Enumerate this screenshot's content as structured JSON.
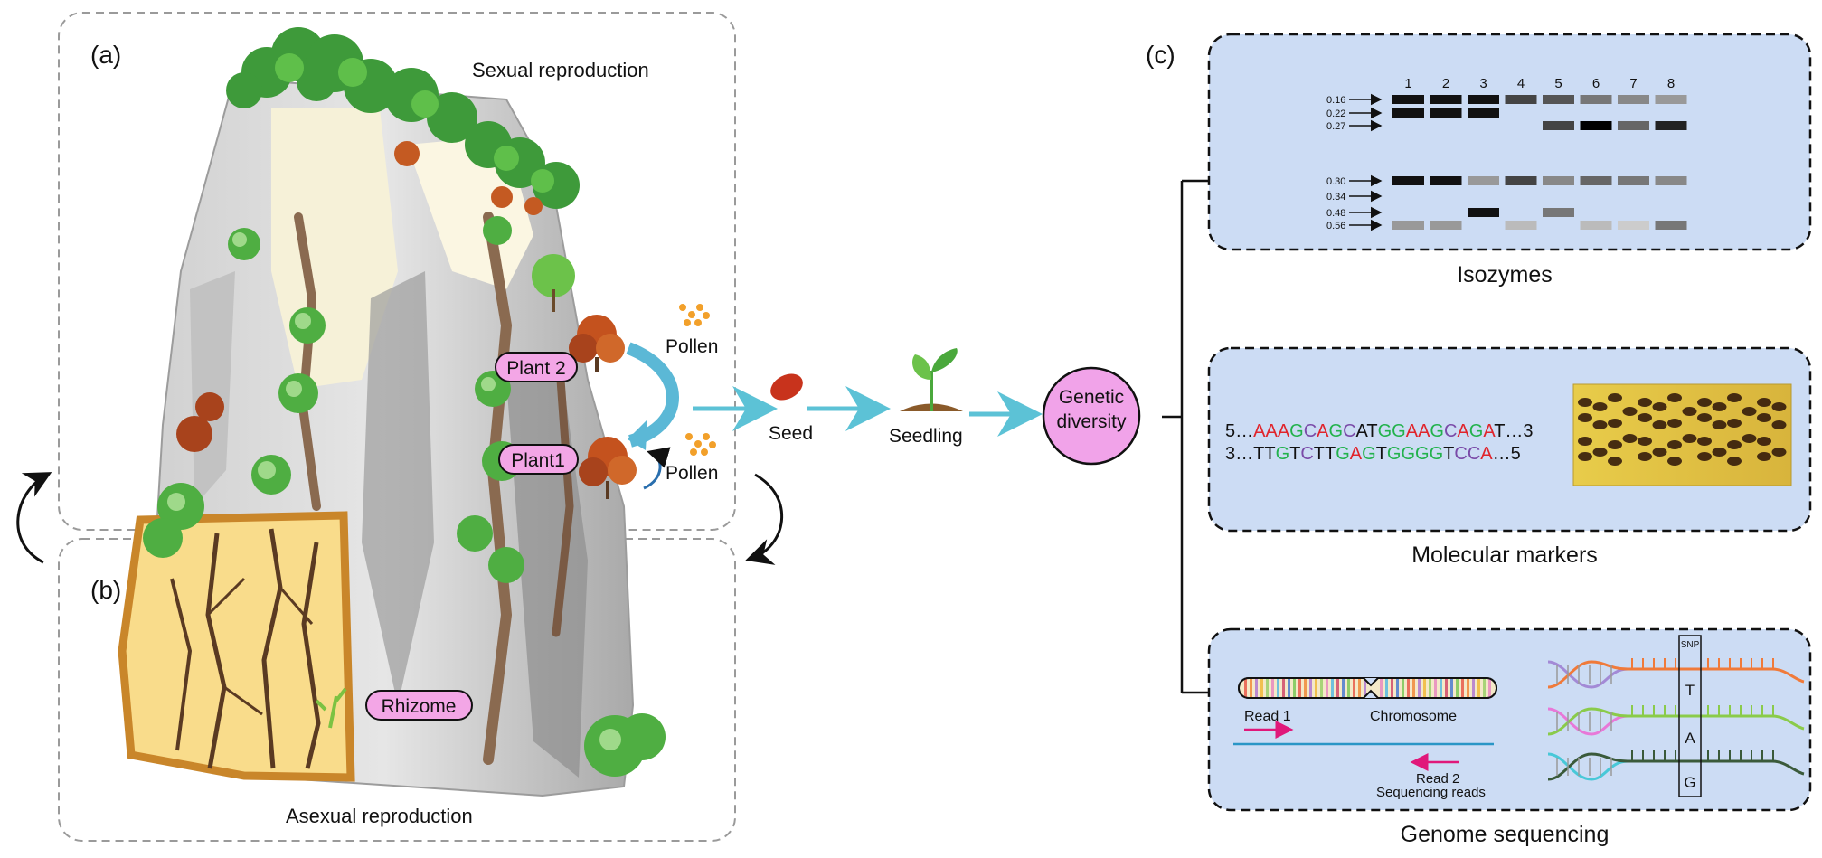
{
  "panel_a": {
    "label": "(a)",
    "title": "Sexual reproduction",
    "plant2": "Plant 2",
    "plant1": "Plant1",
    "pollen_upper": "Pollen",
    "pollen_lower": "Pollen"
  },
  "panel_b": {
    "label": "(b)",
    "title": "Asexual reproduction",
    "rhizome": "Rhizome"
  },
  "flow": {
    "seed": "Seed",
    "seedling": "Seedling",
    "genetic_line1": "Genetic",
    "genetic_line2": "diversity"
  },
  "panel_c": {
    "label": "(c)",
    "isozymes": {
      "title": "Isozymes",
      "lanes": [
        "1",
        "2",
        "3",
        "4",
        "5",
        "6",
        "7",
        "8"
      ],
      "rf_labels": [
        "0.16",
        "0.22",
        "0.27",
        "0.30",
        "0.34",
        "0.48",
        "0.56"
      ]
    },
    "markers": {
      "title": "Molecular markers",
      "seq1_prefix": "5…",
      "seq1_suffix": "…3",
      "seq2_prefix": "3…",
      "seq2_suffix": "…5",
      "seq1": "AAAGCAGCATGGAAGCAGAT",
      "seq2": "TTGTCTTGAGTGGGGTCCA"
    },
    "sequencing": {
      "title": "Genome sequencing",
      "read1": "Read 1",
      "chromosome": "Chromosome",
      "read2": "Read 2",
      "reads": "Sequencing reads",
      "snp": "SNP",
      "bases": [
        "T",
        "A",
        "G"
      ]
    }
  },
  "colors": {
    "panel_fill": "#ccdcf4",
    "pink_label": "#f3a6e6",
    "genetic_circle": "#f1a3e9",
    "flow_arrow": "#5cc2d6",
    "seq_red": "#e0242b",
    "seq_green": "#22b24c",
    "seq_purple": "#7a4aa8"
  }
}
